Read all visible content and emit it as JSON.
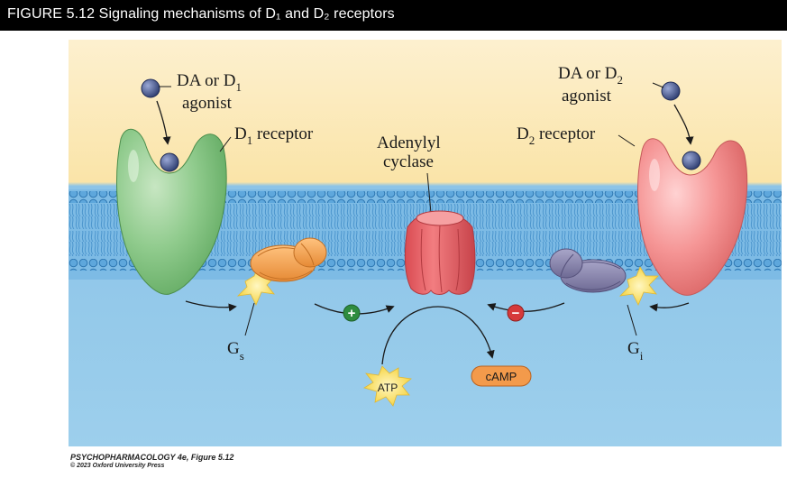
{
  "header": {
    "title": "FIGURE 5.12  Signaling mechanisms of D₁ and D₂ receptors"
  },
  "diagram": {
    "d1_agonist_line1": "DA or D",
    "d1_agonist_sub": "1",
    "d1_agonist_line2": "agonist",
    "d1_receptor_label": "D",
    "d1_receptor_sub": "1",
    "d1_receptor_suffix": " receptor",
    "d2_agonist_line1": "DA or D",
    "d2_agonist_sub": "2",
    "d2_agonist_line2": "agonist",
    "d2_receptor_label": "D",
    "d2_receptor_sub": "2",
    "d2_receptor_suffix": " receptor",
    "adenylyl_line1": "Adenylyl",
    "adenylyl_line2": "cyclase",
    "gs_label": "G",
    "gs_sub": "s",
    "gi_label": "G",
    "gi_sub": "i",
    "atp_label": "ATP",
    "camp_label": "cAMP",
    "plus_sign": "+",
    "minus_sign": "−"
  },
  "credit": {
    "line1": "PSYCHOPHARMACOLOGY 4e, Figure 5.12",
    "line2": "© 2023 Oxford University Press"
  },
  "colors": {
    "background_top": "#fbe7b4",
    "background_bottom": "#9fcfeb",
    "membrane": "#6db0df",
    "d1_receptor": "#8cc78c",
    "d2_receptor": "#f08888",
    "adenylyl_cyclase": "#e8666b",
    "gs_protein": "#f5a75a",
    "gi_protein": "#8a86ad",
    "ligand": "#3d4f86",
    "camp_pill": "#f39a4b",
    "plus_circle": "#2f8c3f",
    "minus_circle": "#d63a3a"
  }
}
